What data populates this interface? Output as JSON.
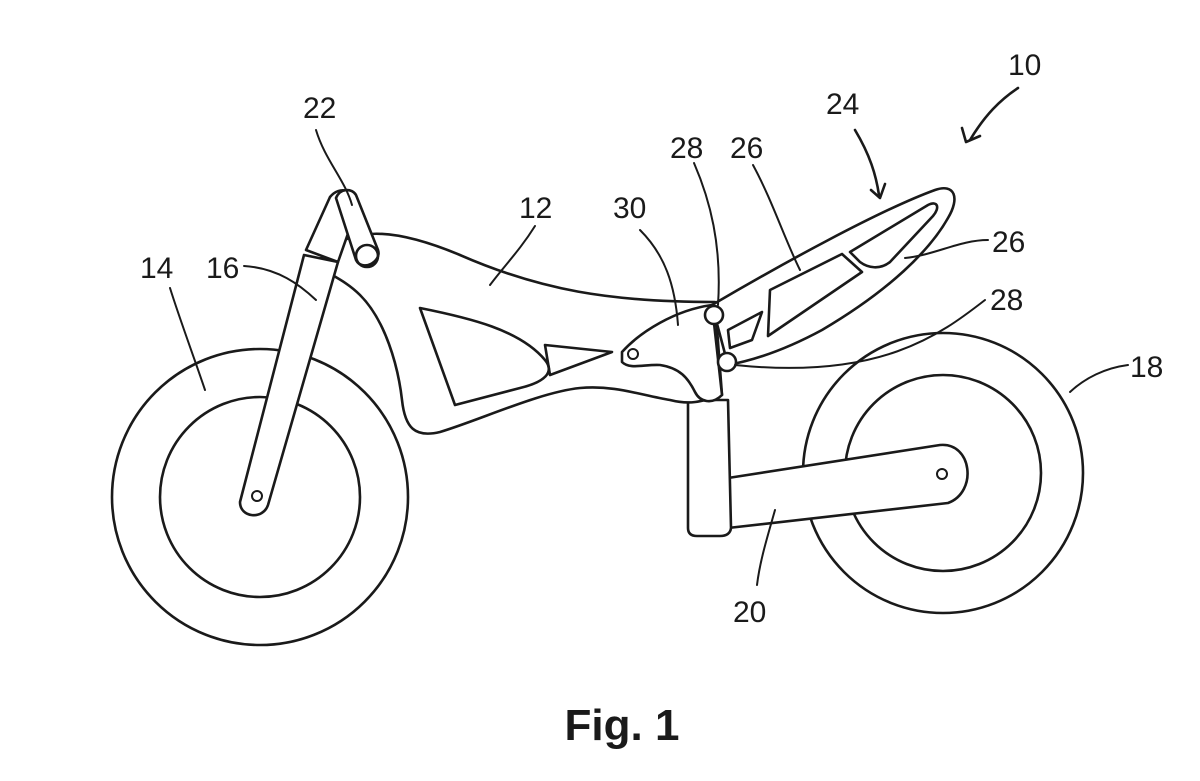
{
  "figure": {
    "caption": "Fig. 1"
  },
  "reference_numerals": {
    "balance_bike": "10",
    "main_frame": "12",
    "front_wheel": "14",
    "front_fork": "16",
    "rear_wheel": "18",
    "rear_swing_arm": "20",
    "handlebar": "22",
    "seat": "24",
    "seat_part_a": "26",
    "seat_part_b": "26",
    "fastener_upper": "28",
    "fastener_lower": "28",
    "seat_bracket": "30"
  },
  "colors": {
    "line": "#1a1a1a",
    "background": "#ffffff"
  }
}
